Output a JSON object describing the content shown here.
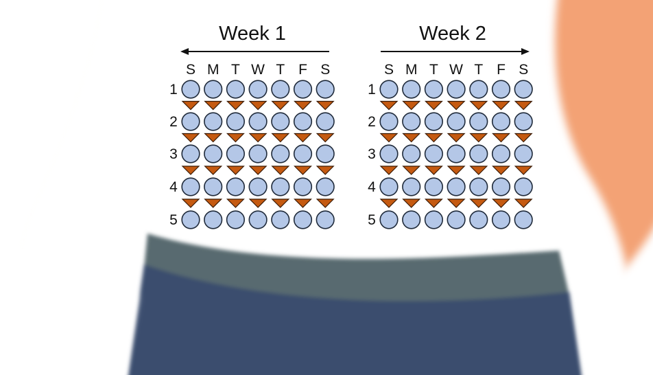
{
  "colors": {
    "skin": "#f3a275",
    "background": "#ffffff",
    "pants": "#3b4d6e",
    "waistband": "#586a6f",
    "injection_site_fill": "#b4c7e7",
    "injection_site_stroke": "#1f2a3a",
    "triangle_fill": "#c55a11",
    "triangle_stroke": "#3a1a05",
    "arrow": "#111111"
  },
  "icons": {
    "site": "circle",
    "marker": "down-triangle",
    "arrow": "horizontal-arrow"
  },
  "weeks": [
    {
      "title": "Week 1",
      "arrow_direction": "left",
      "days": [
        "S",
        "M",
        "T",
        "W",
        "T",
        "F",
        "S"
      ],
      "rows": [
        "1",
        "2",
        "3",
        "4",
        "5"
      ]
    },
    {
      "title": "Week 2",
      "arrow_direction": "right",
      "days": [
        "S",
        "M",
        "T",
        "W",
        "T",
        "F",
        "S"
      ],
      "rows": [
        "1",
        "2",
        "3",
        "4",
        "5"
      ]
    }
  ]
}
